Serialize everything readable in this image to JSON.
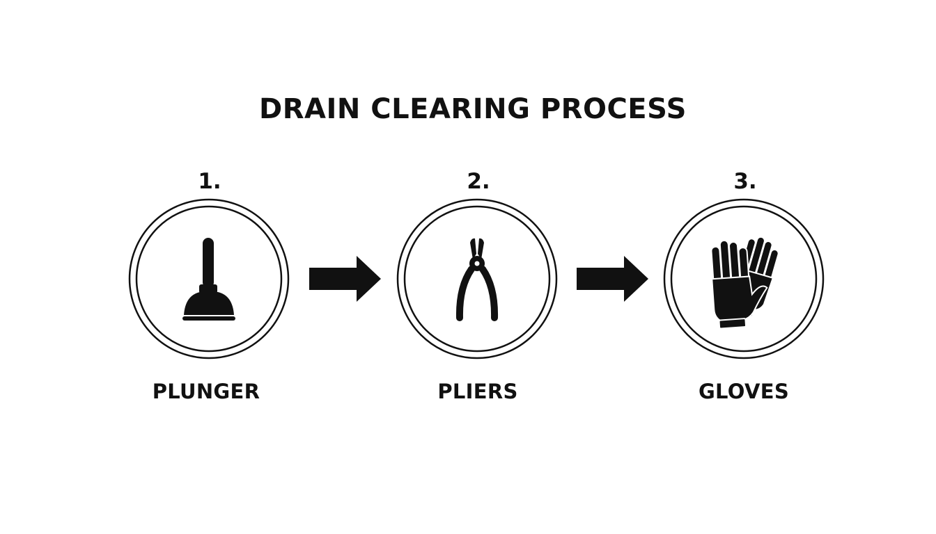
{
  "title": "DRAIN CLEARING PROCESS",
  "steps": [
    {
      "number": "1.",
      "label": "PLUNGER",
      "icon": "plunger-icon"
    },
    {
      "number": "2.",
      "label": "PLIERS",
      "icon": "pliers-icon"
    },
    {
      "number": "3.",
      "label": "GLOVES",
      "icon": "gloves-icon"
    }
  ],
  "colors": {
    "ink": "#111111",
    "background": "#ffffff"
  }
}
